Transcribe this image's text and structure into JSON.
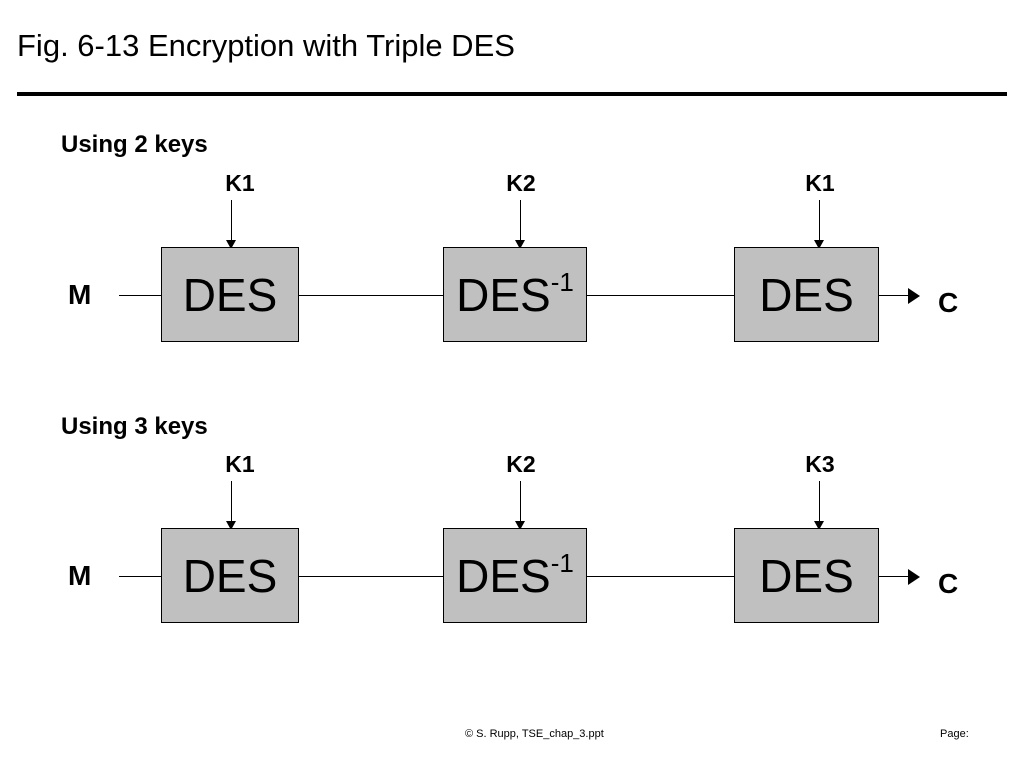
{
  "title": "Fig. 6-13 Encryption with Triple DES",
  "diagrams": [
    {
      "heading": "Using 2 keys",
      "input": "M",
      "output": "C",
      "stages": [
        {
          "key": "K1",
          "label": "DES",
          "superscript": ""
        },
        {
          "key": "K2",
          "label": "DES",
          "superscript": "-1"
        },
        {
          "key": "K1",
          "label": "DES",
          "superscript": ""
        }
      ]
    },
    {
      "heading": "Using 3 keys",
      "input": "M",
      "output": "C",
      "stages": [
        {
          "key": "K1",
          "label": "DES",
          "superscript": ""
        },
        {
          "key": "K2",
          "label": "DES",
          "superscript": "-1"
        },
        {
          "key": "K3",
          "label": "DES",
          "superscript": ""
        }
      ]
    }
  ],
  "footer": {
    "copyright": "© S. Rupp, TSE_chap_3.ppt",
    "page": "Page:"
  }
}
